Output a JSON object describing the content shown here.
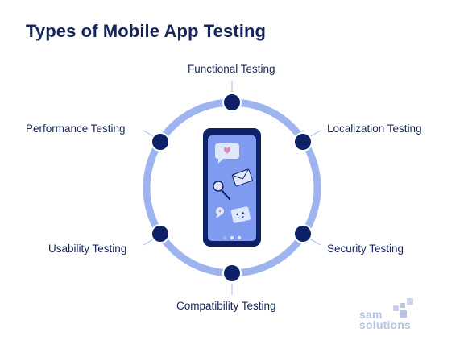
{
  "title": "Types of Mobile App Testing",
  "nodes": [
    {
      "label": "Functional Testing"
    },
    {
      "label": "Localization Testing"
    },
    {
      "label": "Security Testing"
    },
    {
      "label": "Compatibility Testing"
    },
    {
      "label": "Usability Testing"
    },
    {
      "label": "Performance Testing"
    }
  ],
  "logo": {
    "line1": "sam",
    "line2": "solutions"
  },
  "colors": {
    "title": "#15245b",
    "ring": "#9eb4ef",
    "node": "#0f2166",
    "phone_screen": "#7f9bef",
    "connector": "#b7c4e8"
  }
}
